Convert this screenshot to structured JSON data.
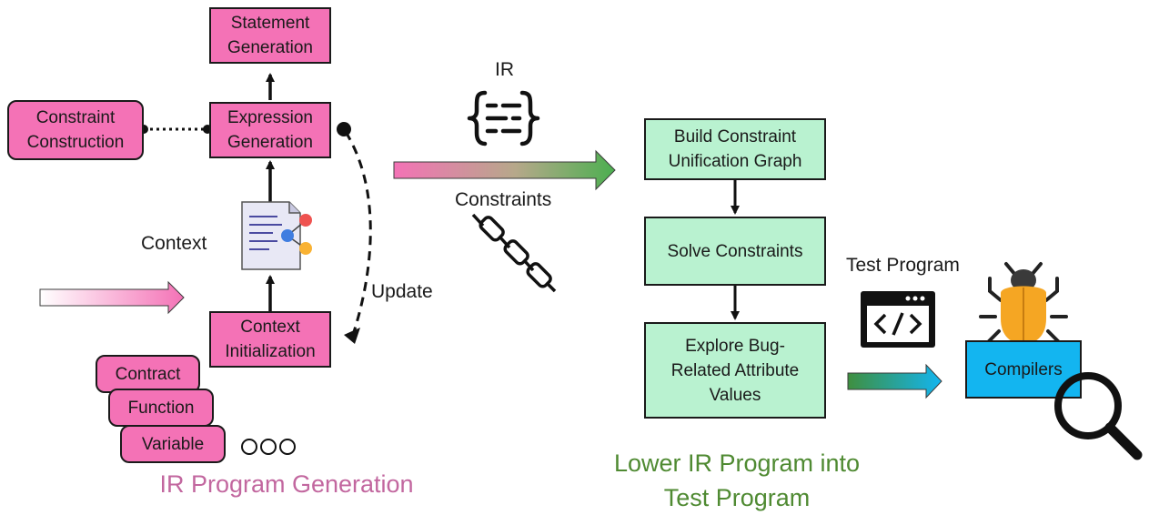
{
  "left": {
    "statement_generation": "Statement\nGeneration",
    "expression_generation": "Expression\nGeneration",
    "constraint_construction": "Constraint\nConstruction",
    "context_initialization": "Context\nInitialization",
    "context_label": "Context",
    "update_label": "Update",
    "stack_items": [
      "Contract",
      "Function",
      "Variable"
    ],
    "caption": "IR Program Generation",
    "caption_color": "#c2679f"
  },
  "middle": {
    "ir_label": "IR",
    "constraints_label": "Constraints",
    "test_program_label": "Test Program"
  },
  "right": {
    "build_graph": "Build Constraint\nUnification Graph",
    "solve_constraints": "Solve Constraints",
    "explore_values": "Explore Bug-\nRelated Attribute\nValues",
    "compilers": "Compilers",
    "caption": "Lower IR Program into\nTest Program",
    "caption_color": "#4f8a32"
  },
  "colors": {
    "pink_box": "#f472b6",
    "green_box": "#b9f2d0",
    "blue_box": "#13b5f0",
    "bug_orange": "#f5a623"
  },
  "icons": [
    "document-icon",
    "json-braces-icon",
    "chain-icon",
    "code-window-icon",
    "bug-icon",
    "magnifier-icon"
  ]
}
